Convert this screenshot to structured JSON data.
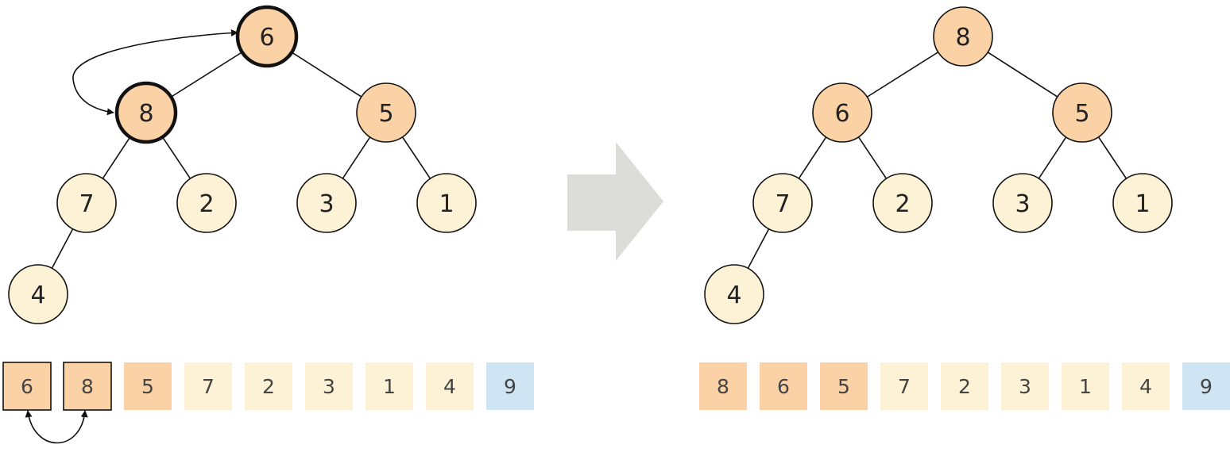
{
  "colors": {
    "active": "#fbd2a6",
    "inactive": "#fdf2d6",
    "sorted": "#cfe5f3",
    "stroke": "#111111",
    "arrow": "#dcdcd8"
  },
  "before": {
    "tree": [
      {
        "value": "6",
        "state": "active",
        "highlight": true
      },
      {
        "value": "8",
        "state": "active",
        "highlight": true
      },
      {
        "value": "5",
        "state": "active",
        "highlight": false
      },
      {
        "value": "7",
        "state": "inactive",
        "highlight": false
      },
      {
        "value": "2",
        "state": "inactive",
        "highlight": false
      },
      {
        "value": "3",
        "state": "inactive",
        "highlight": false
      },
      {
        "value": "1",
        "state": "inactive",
        "highlight": false
      },
      {
        "value": "4",
        "state": "inactive",
        "highlight": false
      }
    ],
    "array": [
      {
        "value": "6",
        "state": "active",
        "boxed": true
      },
      {
        "value": "8",
        "state": "active",
        "boxed": true
      },
      {
        "value": "5",
        "state": "active",
        "boxed": false
      },
      {
        "value": "7",
        "state": "inactive",
        "boxed": false
      },
      {
        "value": "2",
        "state": "inactive",
        "boxed": false
      },
      {
        "value": "3",
        "state": "inactive",
        "boxed": false
      },
      {
        "value": "1",
        "state": "inactive",
        "boxed": false
      },
      {
        "value": "4",
        "state": "inactive",
        "boxed": false
      },
      {
        "value": "9",
        "state": "sorted",
        "boxed": false
      }
    ]
  },
  "after": {
    "tree": [
      {
        "value": "8",
        "state": "active",
        "highlight": false
      },
      {
        "value": "6",
        "state": "active",
        "highlight": false
      },
      {
        "value": "5",
        "state": "active",
        "highlight": false
      },
      {
        "value": "7",
        "state": "inactive",
        "highlight": false
      },
      {
        "value": "2",
        "state": "inactive",
        "highlight": false
      },
      {
        "value": "3",
        "state": "inactive",
        "highlight": false
      },
      {
        "value": "1",
        "state": "inactive",
        "highlight": false
      },
      {
        "value": "4",
        "state": "inactive",
        "highlight": false
      }
    ],
    "array": [
      {
        "value": "8",
        "state": "active",
        "boxed": false
      },
      {
        "value": "6",
        "state": "active",
        "boxed": false
      },
      {
        "value": "5",
        "state": "active",
        "boxed": false
      },
      {
        "value": "7",
        "state": "inactive",
        "boxed": false
      },
      {
        "value": "2",
        "state": "inactive",
        "boxed": false
      },
      {
        "value": "3",
        "state": "inactive",
        "boxed": false
      },
      {
        "value": "1",
        "state": "inactive",
        "boxed": false
      },
      {
        "value": "4",
        "state": "inactive",
        "boxed": false
      },
      {
        "value": "9",
        "state": "sorted",
        "boxed": false
      }
    ]
  }
}
